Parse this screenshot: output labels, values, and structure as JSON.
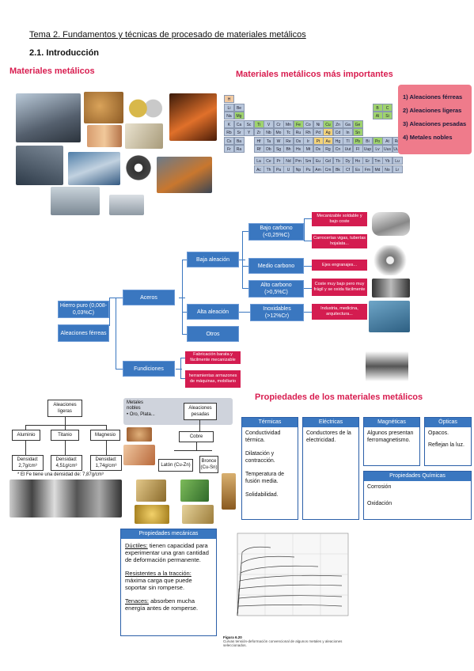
{
  "header": {
    "title": "Tema 2. Fundamentos y técnicas de procesado de materiales metálicos",
    "section": "2.1. Introducción"
  },
  "left_title": "Materiales metálicos",
  "right_title": "Materiales metálicos más importantes",
  "legend": [
    "1)  Aleaciones férreas",
    "2)  Aleaciones ligeras",
    "3)  Aleaciones pesadas",
    "4)  Metales nobles"
  ],
  "periodic_rows": [
    [
      "H"
    ],
    [
      "Li",
      "Be"
    ],
    [
      "Na",
      "Mg"
    ],
    [
      "K",
      "Ca",
      "Sc",
      "Ti",
      "V",
      "Cr",
      "Mn",
      "Fe",
      "Co",
      "Ni",
      "Cu",
      "Zn",
      "Ga",
      "Ge"
    ],
    [
      "Rb",
      "Sr",
      "Y",
      "Zr",
      "Nb",
      "Mo",
      "Tc",
      "Ru",
      "Rh",
      "Pd",
      "Ag",
      "Cd",
      "In",
      "Sn"
    ],
    [
      "Cs",
      "Ba",
      "",
      "Hf",
      "Ta",
      "W",
      "Re",
      "Os",
      "Ir",
      "Pt",
      "Au",
      "Hg",
      "Tl",
      "Pb",
      "Bi",
      "Po",
      "At",
      "Rn"
    ],
    [
      "Fr",
      "Ra",
      "",
      "Rf",
      "Db",
      "Sg",
      "Bh",
      "Hs",
      "Mt",
      "Ds",
      "Rg",
      "Cn",
      "Uut",
      "Fl",
      "Uup",
      "Lv",
      "Uus",
      "Uuo"
    ]
  ],
  "periodic_right": [
    [
      "B",
      "C"
    ],
    [
      "Al",
      "Si"
    ]
  ],
  "lanthanides": [
    "La",
    "Ce",
    "Pr",
    "Nd",
    "Pm",
    "Sm",
    "Eu",
    "Gd",
    "Tb",
    "Dy",
    "Ho",
    "Er",
    "Tm",
    "Yb",
    "Lu"
  ],
  "actinides": [
    "Ac",
    "Th",
    "Pa",
    "U",
    "Np",
    "Pu",
    "Am",
    "Cm",
    "Bk",
    "Cf",
    "Es",
    "Fm",
    "Md",
    "No",
    "Lr"
  ],
  "tree": {
    "hierro_puro": "Hierro puro (0,008-0,03%C)",
    "aleaciones_ferreas": "Aleaciones férreas",
    "aceros": "Aceros",
    "fundiciones": "Fundiciones",
    "baja_aleacion": "Baja aleación",
    "alta_aleacion": "Alta aleación",
    "otros": "Otros",
    "bajo_carbono": "Bajo carbono (<0,25%C)",
    "medio_carbono": "Medio carbono",
    "alto_carbono": "Alto carbono (>0,5%C)",
    "inoxidables": "Inoxidables (>12%Cr)",
    "r_bajo1": "Mecanizable soldable y bajo coste",
    "r_bajo2": "Carrocerías vigas, tuberías hojalata...",
    "r_medio": "Ejes engranajes...",
    "r_alto": "Coste muy bajo pero muy frágil y se oxida fácilmente",
    "r_inox": "Industria, medicina, arquitectura...",
    "r_fund1": "Fabricación barata y fácilmente mecanizable",
    "r_fund2": "herramientas armazones de máquinas, mobiliario"
  },
  "ligeras": {
    "root": "Aleaciones ligeras",
    "items": [
      "Aluminio",
      "Titanio",
      "Magnesio"
    ],
    "dens": [
      "Densidad: 2,7g/cm³",
      "Densidad: 4,51g/cm³",
      "Densidad: 1,74g/cm³"
    ],
    "note": "* El Fe tiene una densidad de: 7,87g/cm³"
  },
  "pesadas": {
    "nobles": "Metales nobles",
    "nobles_sub": "• Oro, Plata...",
    "root": "Aleaciones pesadas",
    "cobre": "Cobre",
    "laton": "Latón (Cu-Zn)",
    "bronce": "Bronce (Cu-Sn)"
  },
  "props_title": "Propiedades de los materiales metálicos",
  "props": {
    "termicas": {
      "title": "Térmicas",
      "items": [
        "Conductividad térmica.",
        "Dilatación y contracción.",
        "Temperatura de fusión media.",
        "Solidabilidad."
      ]
    },
    "electricas": {
      "title": "Eléctricas",
      "items": [
        "Conductores de la electricidad."
      ]
    },
    "magneticas": {
      "title": "Magnéticas",
      "items": [
        "Algunos presentan ferromagnetismo."
      ]
    },
    "opticas": {
      "title": "Ópticas",
      "items": [
        "Opacos.",
        "Reflejan la luz."
      ]
    },
    "quimicas": {
      "title": "Propiedades Químicas",
      "items": [
        "Corrosión",
        "Oxidación"
      ]
    }
  },
  "mecanicas": {
    "title": "Propiedades mecánicas",
    "ductiles_k": "Dúctiles:",
    "ductiles_v": " tienen capacidad para experimentar una gran cantidad de deformación permanente.",
    "resist_k": "Resistentes a la tracción:",
    "resist_v": " máxima carga que puede soportar sin romperse.",
    "tenaces_k": "Tenaces:",
    "tenaces_v": " absorben mucha energía antes de romperse."
  },
  "figure": {
    "caption": "Figura 6.20",
    "caption2": "Curvas tensión-deformación convencional de algunos metales y aleaciones seleccionados."
  },
  "colors": {
    "accent": "#d81c4f",
    "blue": "#3a77c0",
    "legend": "#ef7b8b"
  }
}
